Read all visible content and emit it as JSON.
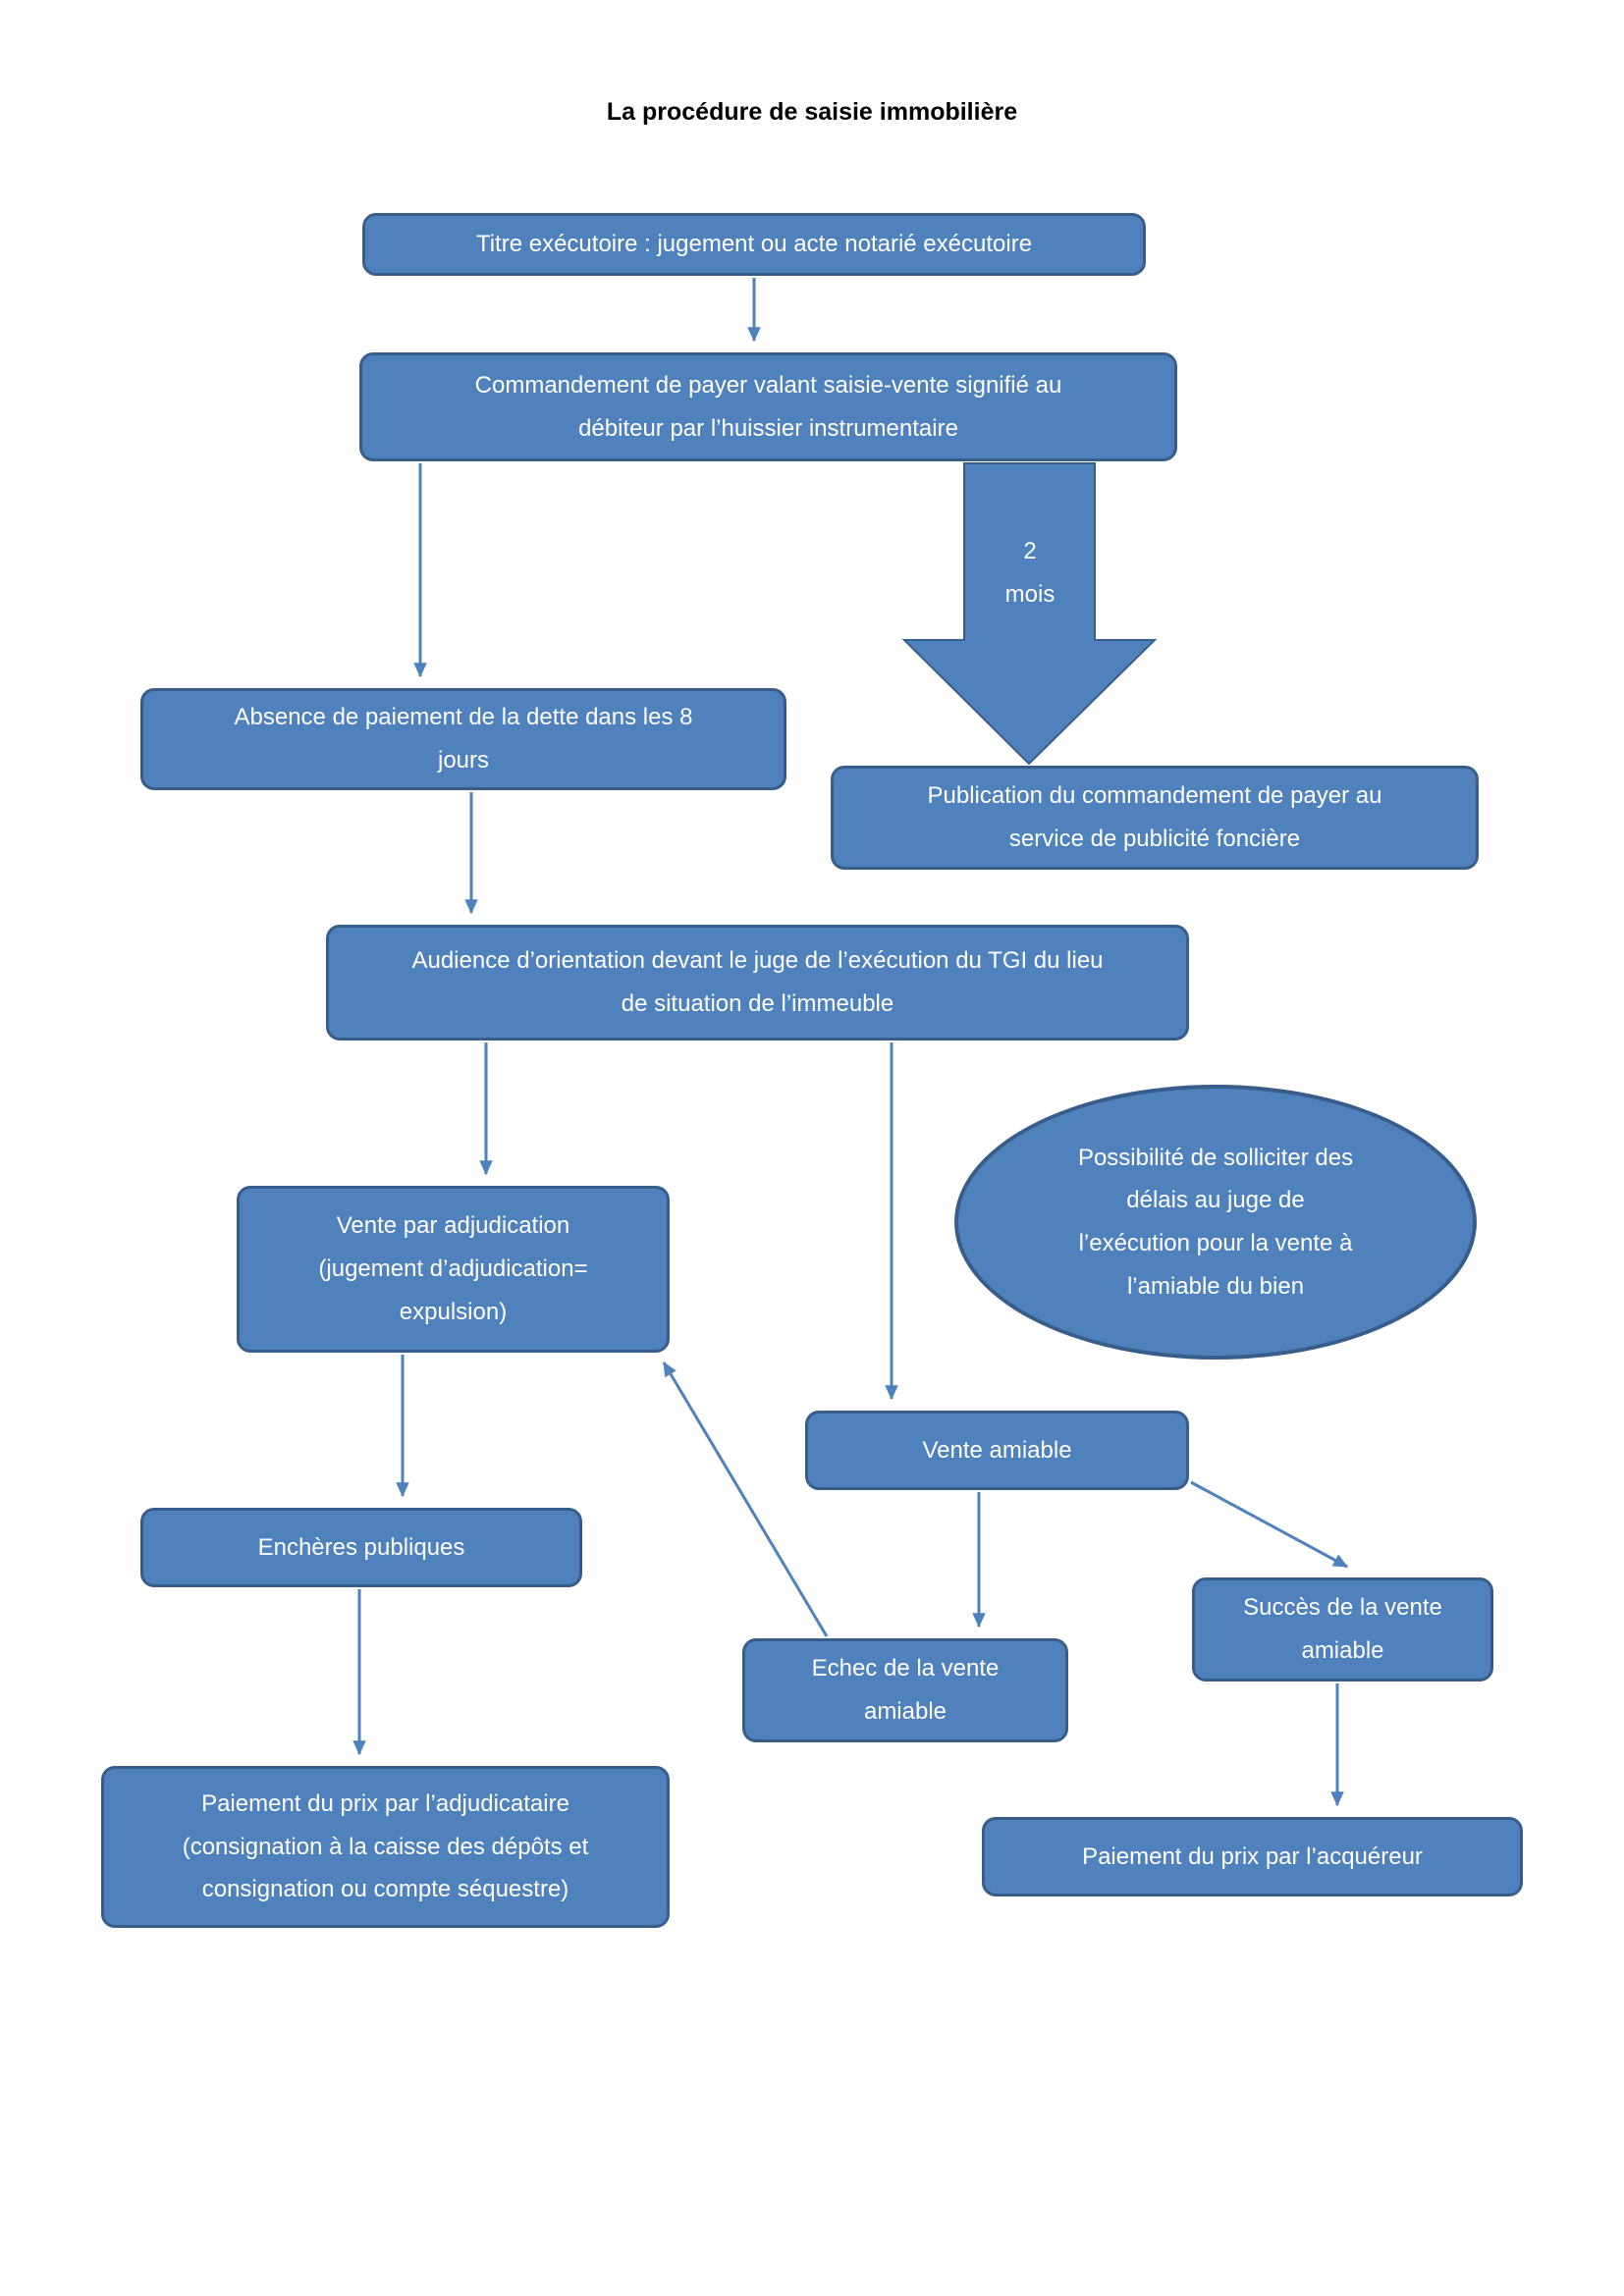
{
  "page": {
    "title": "La procédure de saisie immobilière"
  },
  "colors": {
    "box_fill": "#4f81bd",
    "box_border": "#385d8a",
    "arrow": "#4f81bd",
    "node_text": "#ffffff",
    "title_text": "#000000"
  },
  "nodes": {
    "titre_executoire": {
      "label": "Titre exécutoire : jugement ou acte notarié exécutoire"
    },
    "commandement": {
      "label": "Commandement de payer valant saisie-vente  signifié au\ndébiteur par l’huissier instrumentaire"
    },
    "absence_paiement": {
      "label": "Absence de paiement de la dette dans les 8\njours"
    },
    "publication": {
      "label": "Publication du commandement de payer au\nservice de publicité foncière"
    },
    "audience": {
      "label": "Audience d’orientation devant le juge de l’exécution du TGI du lieu\nde situation de l’immeuble"
    },
    "vente_adjudication": {
      "label": "Vente par adjudication\n(jugement d’adjudication=\nexpulsion)"
    },
    "possibilite_delais": {
      "label": "Possibilité de solliciter des\ndélais  au juge de\nl’exécution pour la vente  à\nl’amiable du bien"
    },
    "vente_amiable": {
      "label": "Vente amiable"
    },
    "encheres_publiques": {
      "label": "Enchères publiques"
    },
    "echec_vente": {
      "label": "Echec de la vente\namiable"
    },
    "succes_vente": {
      "label": "Succès de la vente\namiable"
    },
    "paiement_adjudicataire": {
      "label": "Paiement du prix par l’adjudicataire\n(consignation à la caisse des dépôts et\nconsignation ou compte séquestre)"
    },
    "paiement_acquereur": {
      "label": "Paiement du prix par l’acquéreur"
    }
  },
  "labels": {
    "deux_mois": "2\nmois"
  }
}
